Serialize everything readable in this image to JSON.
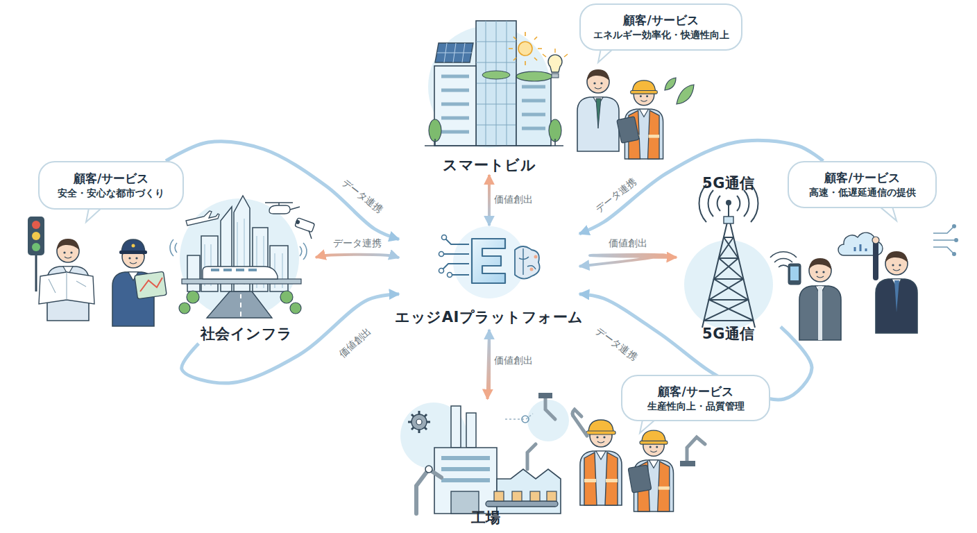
{
  "diagram": {
    "nodes": [
      {
        "text": [
          "エッジAIプラットフォーム"
        ]
      },
      {
        "text": [
          "スマートビル"
        ]
      },
      {
        "text": [
          "顧客/サービス",
          "エネルギー効率化・快適性向上"
        ]
      },
      {
        "text": [
          "社会インフラ"
        ]
      },
      {
        "text": [
          "顧客/サービス",
          "安全・安心な都市づくり"
        ]
      },
      {
        "text": [
          "5G通信",
          "5G通信"
        ]
      },
      {
        "text": [
          "顧客/サービス",
          "高速・低遅延通信の提供"
        ]
      },
      {
        "text": [
          "工場"
        ]
      },
      {
        "text": [
          "顧客/サービス",
          "生産性向上・品質管理"
        ]
      }
    ],
    "edges": [
      {
        "from": 1,
        "to": 0,
        "label": "価値創出",
        "arrow": "both"
      },
      {
        "from": 3,
        "to": 0,
        "label": "データ連携",
        "arrow": "both"
      },
      {
        "from": 5,
        "to": 0,
        "label": "価値創出",
        "arrow": "both"
      },
      {
        "from": 7,
        "to": 0,
        "label": "価値創出",
        "arrow": "both"
      },
      {
        "from": 4,
        "to": 0,
        "label": "データ連携",
        "arrow": "to"
      },
      {
        "from": 3,
        "to": 0,
        "label": "価値創出",
        "arrow": "to"
      },
      {
        "from": 6,
        "to": 0,
        "label": "データ連携",
        "arrow": "to"
      },
      {
        "from": 5,
        "to": 0,
        "label": "データ連携",
        "arrow": "to"
      }
    ]
  }
}
